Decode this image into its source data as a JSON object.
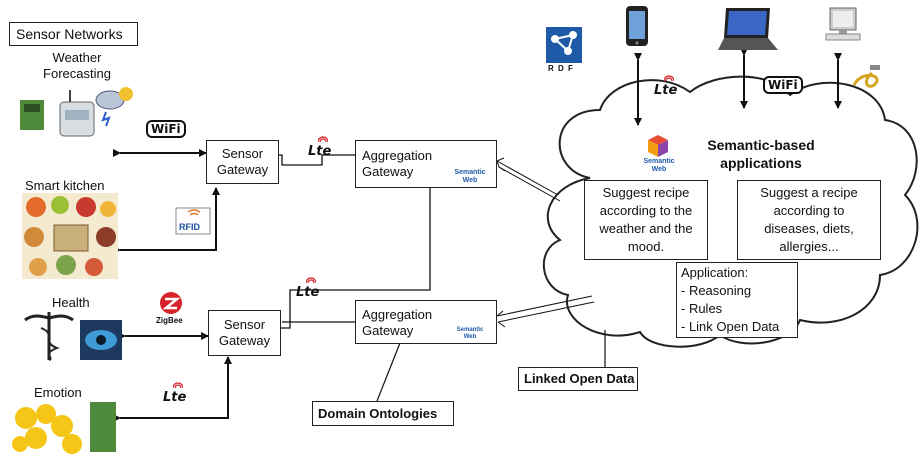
{
  "title": "Sensor Networks",
  "sources": {
    "weather": "Weather\nForecasting",
    "kitchen": "Smart kitchen",
    "health": "Health",
    "emotion": "Emotion"
  },
  "gateways": {
    "sensor_top": "Sensor\nGateway",
    "sensor_bottom": "Sensor\nGateway",
    "aggregation_top": "Aggregation\nGateway",
    "aggregation_bottom": "Aggregation\nGateway"
  },
  "protocols": {
    "wifi": "WiFi",
    "lte": "Lte",
    "rfid": "RFID",
    "zigbee": "ZigBee"
  },
  "semantic_web_label": "Semantic\nWeb",
  "rdf_label": "R D F",
  "cloud": {
    "title": "Semantic-based\napplications",
    "app_left": "Suggest recipe\naccording to the\nweather and the\nmood.",
    "app_right": "Suggest a recipe\naccording to\ndiseases, diets,\nallergies...",
    "application": "Application:\n- Reasoning\n- Rules\n- Link Open Data"
  },
  "linked_open_data": "Linked Open Data",
  "domain_ontologies": "Domain Ontologies"
}
